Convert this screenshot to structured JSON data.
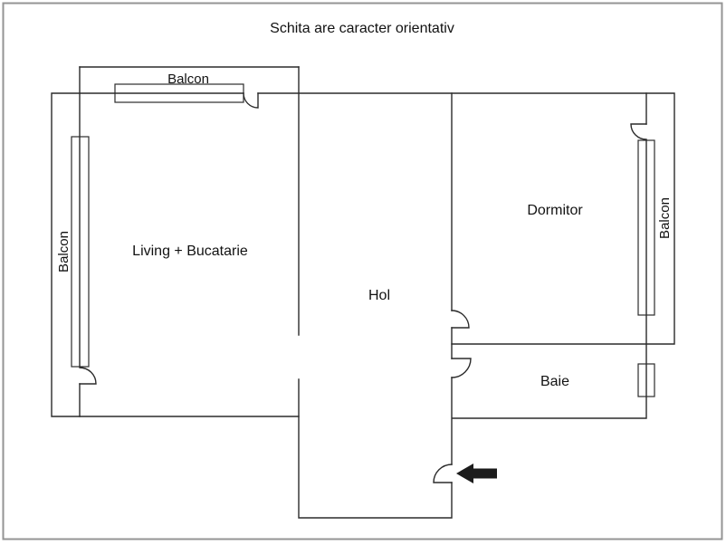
{
  "title": "Schita are caracter orientativ",
  "rooms": {
    "living": {
      "label": "Living + Bucatarie"
    },
    "hol": {
      "label": "Hol"
    },
    "dormitor": {
      "label": "Dormitor"
    },
    "baie": {
      "label": "Baie"
    },
    "balcon_top": {
      "label": "Balcon"
    },
    "balcon_left": {
      "label": "Balcon"
    },
    "balcon_right": {
      "label": "Balcon"
    }
  },
  "icons": {
    "entrance_arrow": "left-arrow"
  },
  "colors": {
    "wall": "#2b2b2b",
    "frame": "#949494",
    "background": "#ffffff",
    "text": "#121212",
    "arrow": "#1c1c1c"
  }
}
